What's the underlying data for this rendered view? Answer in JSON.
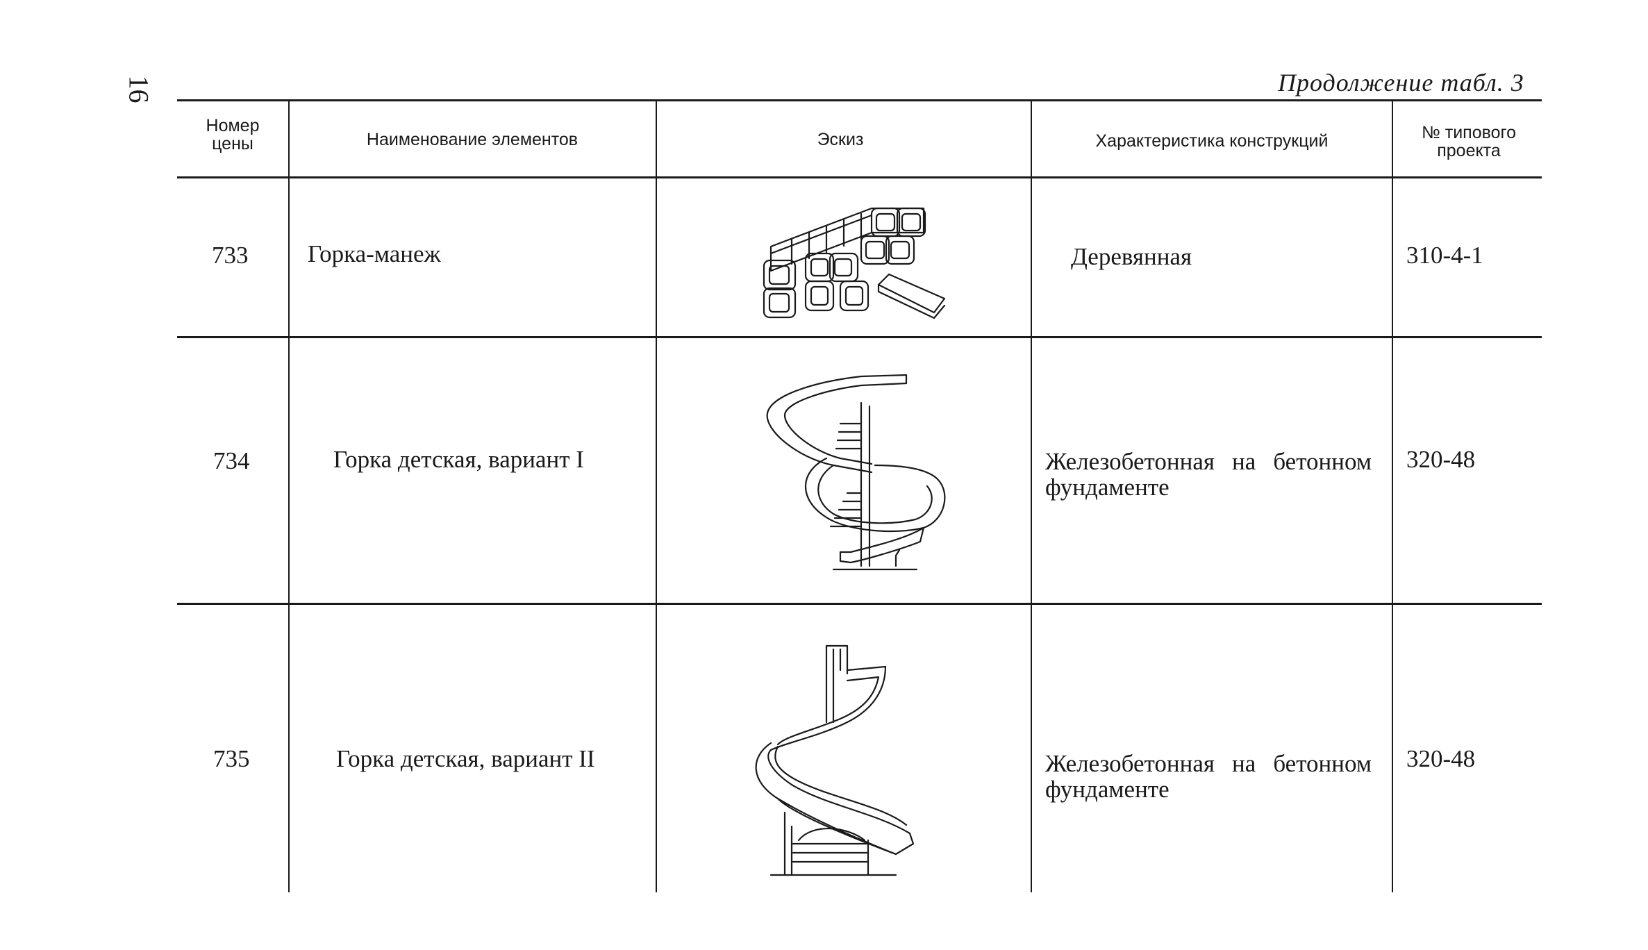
{
  "page": {
    "number": "16",
    "caption": "Продолжение табл. 3"
  },
  "table": {
    "headers": {
      "number": "Номер цены",
      "name": "Наименование элементов",
      "sketch": "Эскиз",
      "characteristic": "Характеристика конструкций",
      "project": "№ типового проекта"
    },
    "rows": [
      {
        "number": "733",
        "name": "Горка-манеж",
        "sketch_icon": "playpen-slide-sketch",
        "characteristic": "Деревянная",
        "project": "310-4-1"
      },
      {
        "number": "734",
        "name": "Горка детская, вариант I",
        "sketch_icon": "spiral-slide-sketch",
        "characteristic": "Железобетонная на бетонном фундаменте",
        "project": "320-48"
      },
      {
        "number": "735",
        "name": "Горка детская, вариант II",
        "sketch_icon": "spiral-slide-tower-sketch",
        "characteristic": "Железобетонная на бетонном фундаменте",
        "project": "320-48"
      }
    ]
  }
}
